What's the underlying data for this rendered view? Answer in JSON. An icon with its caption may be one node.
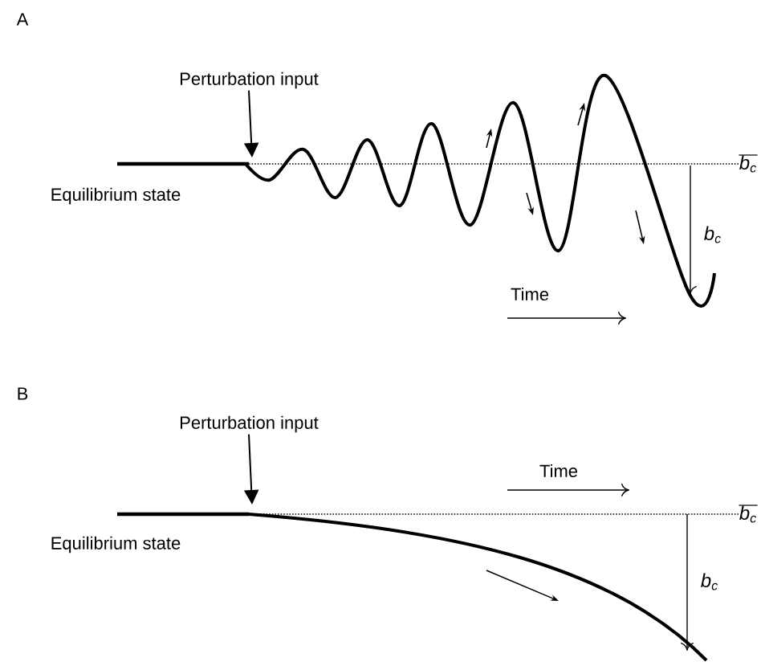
{
  "diagram": {
    "nodes": [
      {
        "text": [
          "Perturbation input"
        ]
      },
      {
        "text": [
          "Perturbation input"
        ]
      }
    ],
    "edges": [
      {
        "from": 0,
        "to": null,
        "arrow": "to"
      },
      {
        "from": 1,
        "to": null,
        "arrow": "to"
      }
    ],
    "labels": [
      "A",
      "Equilibrium state",
      "b$_{c}$",
      "b$_{c}$",
      "Time",
      "B",
      "Time",
      "Equilibrium state",
      "b$_{c}$",
      "b$_{c}$"
    ]
  }
}
